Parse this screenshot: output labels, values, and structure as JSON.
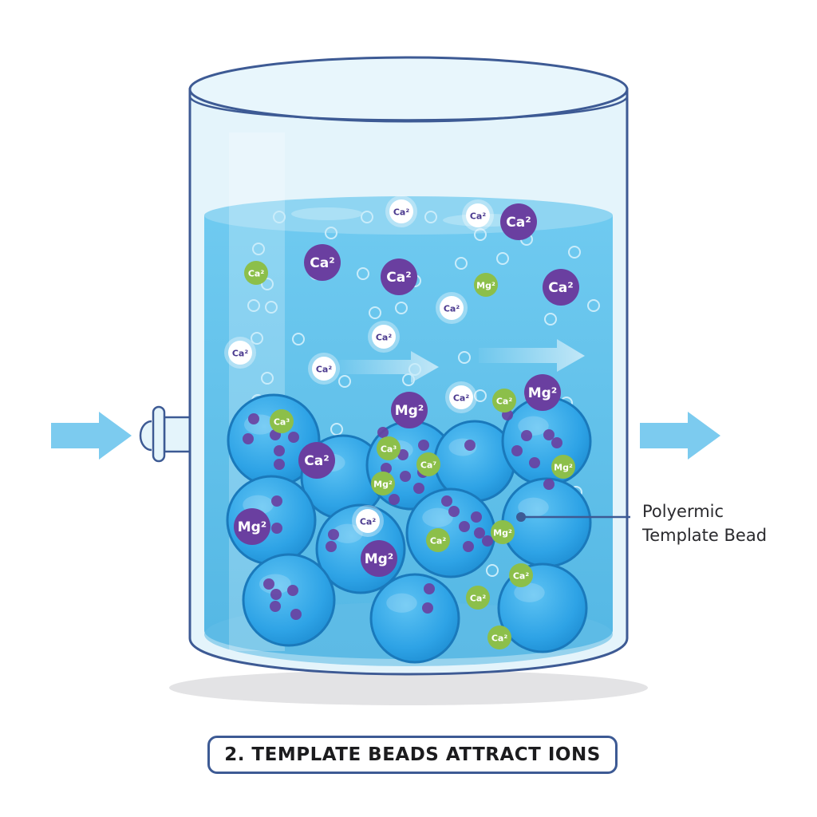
{
  "caption": "2. TEMPLATE BEADS ATTRACT IONS",
  "callout": {
    "line1": "Polyermic",
    "line2": "Template Bead"
  },
  "colors": {
    "outline": "#3d5a94",
    "water": "#5cc0ea",
    "water_top": "#8fd5f2",
    "glass": "#e4f4fb",
    "bead": "#2ea3e6",
    "bead_edge": "#1a79bb",
    "ion_purple": "#6a3fa0",
    "ion_green": "#8cbf4a",
    "ion_white": "#ffffff",
    "flow_arrow": "#7ccbef"
  },
  "ions": [
    {
      "label": "Ca²",
      "kind": "white",
      "size": "small"
    },
    {
      "label": "Ca²",
      "kind": "white",
      "size": "small"
    },
    {
      "label": "Ca²",
      "kind": "purple",
      "size": "large"
    },
    {
      "label": "Ca²",
      "kind": "green",
      "size": "small"
    },
    {
      "label": "Ca²",
      "kind": "purple",
      "size": "large"
    },
    {
      "label": "Ca²",
      "kind": "purple",
      "size": "large"
    },
    {
      "label": "Mg²",
      "kind": "green",
      "size": "small"
    },
    {
      "label": "Ca²",
      "kind": "purple",
      "size": "large"
    },
    {
      "label": "Ca²",
      "kind": "white",
      "size": "small"
    },
    {
      "label": "Ca²",
      "kind": "white",
      "size": "small"
    },
    {
      "label": "Ca²",
      "kind": "white",
      "size": "small"
    },
    {
      "label": "Ca²",
      "kind": "white",
      "size": "small"
    },
    {
      "label": "Ca²",
      "kind": "white",
      "size": "small"
    },
    {
      "label": "Ca²",
      "kind": "green",
      "size": "small"
    },
    {
      "label": "Mg²",
      "kind": "purple",
      "size": "large"
    },
    {
      "label": "Mg²",
      "kind": "purple",
      "size": "large"
    },
    {
      "label": "Ca³",
      "kind": "green",
      "size": "small"
    },
    {
      "label": "Ca²",
      "kind": "purple",
      "size": "large"
    },
    {
      "label": "Ca³",
      "kind": "green",
      "size": "small"
    },
    {
      "label": "Ca⁷",
      "kind": "green",
      "size": "small"
    },
    {
      "label": "Mg²",
      "kind": "green",
      "size": "small"
    },
    {
      "label": "Mg²",
      "kind": "green",
      "size": "small"
    },
    {
      "label": "Mg²",
      "kind": "purple",
      "size": "large"
    },
    {
      "label": "Ca²",
      "kind": "white",
      "size": "small"
    },
    {
      "label": "Mg²",
      "kind": "purple",
      "size": "large"
    },
    {
      "label": "Ca²",
      "kind": "green",
      "size": "small"
    },
    {
      "label": "Mg²",
      "kind": "green",
      "size": "small"
    },
    {
      "label": "Ca²",
      "kind": "green",
      "size": "small"
    },
    {
      "label": "Ca²",
      "kind": "green",
      "size": "small"
    },
    {
      "label": "Ca²",
      "kind": "green",
      "size": "small"
    }
  ]
}
